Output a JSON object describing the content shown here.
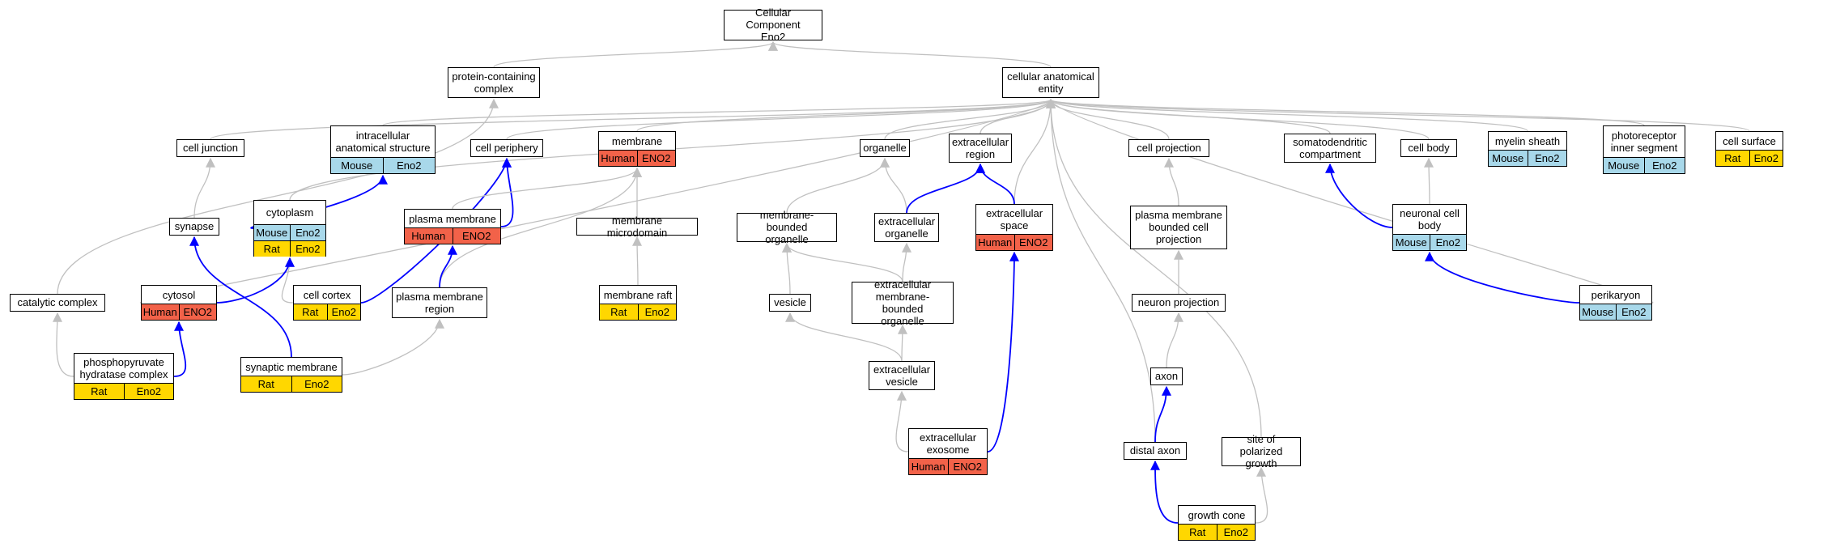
{
  "colors": {
    "human": "#f26249",
    "mouse": "#a8d8ea",
    "rat": "#ffd700",
    "edge_gray": "#c0c0c0",
    "edge_blue": "#0000ff"
  },
  "nodes": [
    {
      "id": "cc_root",
      "title": "Cellular Component\nEno2",
      "badges": []
    },
    {
      "id": "protein_complex",
      "title": "protein-containing\ncomplex",
      "badges": []
    },
    {
      "id": "cell_anat_entity",
      "title": "cellular anatomical\nentity",
      "badges": []
    },
    {
      "id": "cell_junction",
      "title": "cell junction",
      "badges": []
    },
    {
      "id": "intracellular_anat",
      "title": "intracellular\nanatomical structure",
      "badges": [
        {
          "org": "mouse",
          "label": "Mouse"
        },
        {
          "org": "mouse",
          "label": "Eno2"
        }
      ]
    },
    {
      "id": "cell_periphery",
      "title": "cell periphery",
      "badges": []
    },
    {
      "id": "membrane",
      "title": "membrane",
      "badges": [
        {
          "org": "human",
          "label": "Human"
        },
        {
          "org": "human",
          "label": "ENO2"
        }
      ]
    },
    {
      "id": "organelle",
      "title": "organelle",
      "badges": []
    },
    {
      "id": "extracellular_region",
      "title": "extracellular\nregion",
      "badges": []
    },
    {
      "id": "cell_projection",
      "title": "cell projection",
      "badges": []
    },
    {
      "id": "somatodendritic",
      "title": "somatodendritic\ncompartment",
      "badges": []
    },
    {
      "id": "cell_body",
      "title": "cell body",
      "badges": []
    },
    {
      "id": "myelin_sheath",
      "title": "myelin sheath",
      "badges": [
        {
          "org": "mouse",
          "label": "Mouse"
        },
        {
          "org": "mouse",
          "label": "Eno2"
        }
      ]
    },
    {
      "id": "photoreceptor",
      "title": "photoreceptor\ninner segment",
      "badges": [
        {
          "org": "mouse",
          "label": "Mouse"
        },
        {
          "org": "mouse",
          "label": "Eno2"
        }
      ]
    },
    {
      "id": "cell_surface",
      "title": "cell surface",
      "badges": [
        {
          "org": "rat",
          "label": "Rat"
        },
        {
          "org": "rat",
          "label": "Eno2"
        }
      ]
    },
    {
      "id": "synapse",
      "title": "synapse",
      "badges": []
    },
    {
      "id": "cytoplasm",
      "title": "cytoplasm",
      "badges": [
        {
          "org": "mouse",
          "label": "Mouse"
        },
        {
          "org": "mouse",
          "label": "Eno2"
        },
        {
          "org": "rat",
          "label": "Rat"
        },
        {
          "org": "rat",
          "label": "Eno2"
        }
      ]
    },
    {
      "id": "plasma_membrane",
      "title": "plasma membrane",
      "badges": [
        {
          "org": "human",
          "label": "Human"
        },
        {
          "org": "human",
          "label": "ENO2"
        }
      ]
    },
    {
      "id": "membrane_microdomain",
      "title": "membrane microdomain",
      "badges": []
    },
    {
      "id": "membrane_bounded_organelle",
      "title": "membrane-bounded\norganelle",
      "badges": []
    },
    {
      "id": "extracellular_organelle",
      "title": "extracellular\norganelle",
      "badges": []
    },
    {
      "id": "extracellular_space",
      "title": "extracellular\nspace",
      "badges": [
        {
          "org": "human",
          "label": "Human"
        },
        {
          "org": "human",
          "label": "ENO2"
        }
      ]
    },
    {
      "id": "pm_bounded_projection",
      "title": "plasma membrane\nbounded cell\nprojection",
      "badges": []
    },
    {
      "id": "neuronal_cell_body",
      "title": "neuronal cell\nbody",
      "badges": [
        {
          "org": "mouse",
          "label": "Mouse"
        },
        {
          "org": "mouse",
          "label": "Eno2"
        }
      ]
    },
    {
      "id": "catalytic_complex",
      "title": "catalytic complex",
      "badges": []
    },
    {
      "id": "cytosol",
      "title": "cytosol",
      "badges": [
        {
          "org": "human",
          "label": "Human"
        },
        {
          "org": "human",
          "label": "ENO2"
        }
      ]
    },
    {
      "id": "cell_cortex",
      "title": "cell cortex",
      "badges": [
        {
          "org": "rat",
          "label": "Rat"
        },
        {
          "org": "rat",
          "label": "Eno2"
        }
      ]
    },
    {
      "id": "pm_region",
      "title": "plasma membrane\nregion",
      "badges": []
    },
    {
      "id": "membrane_raft",
      "title": "membrane raft",
      "badges": [
        {
          "org": "rat",
          "label": "Rat"
        },
        {
          "org": "rat",
          "label": "Eno2"
        }
      ]
    },
    {
      "id": "vesicle",
      "title": "vesicle",
      "badges": []
    },
    {
      "id": "extra_mb_organelle",
      "title": "extracellular\nmembrane-bounded\norganelle",
      "badges": []
    },
    {
      "id": "neuron_projection",
      "title": "neuron projection",
      "badges": []
    },
    {
      "id": "perikaryon",
      "title": "perikaryon",
      "badges": [
        {
          "org": "mouse",
          "label": "Mouse"
        },
        {
          "org": "mouse",
          "label": "Eno2"
        }
      ]
    },
    {
      "id": "pyruvate_complex",
      "title": "phosphopyruvate\nhydratase complex",
      "badges": [
        {
          "org": "rat",
          "label": "Rat"
        },
        {
          "org": "rat",
          "label": "Eno2"
        }
      ]
    },
    {
      "id": "synaptic_membrane",
      "title": "synaptic membrane",
      "badges": [
        {
          "org": "rat",
          "label": "Rat"
        },
        {
          "org": "rat",
          "label": "Eno2"
        }
      ]
    },
    {
      "id": "axon",
      "title": "axon",
      "badges": []
    },
    {
      "id": "extracellular_vesicle",
      "title": "extracellular\nvesicle",
      "badges": []
    },
    {
      "id": "extracellular_exosome",
      "title": "extracellular\nexosome",
      "badges": [
        {
          "org": "human",
          "label": "Human"
        },
        {
          "org": "human",
          "label": "ENO2"
        }
      ]
    },
    {
      "id": "distal_axon",
      "title": "distal axon",
      "badges": []
    },
    {
      "id": "polarized_growth",
      "title": "site of polarized\ngrowth",
      "badges": []
    },
    {
      "id": "growth_cone",
      "title": "growth cone",
      "badges": [
        {
          "org": "rat",
          "label": "Rat"
        },
        {
          "org": "rat",
          "label": "Eno2"
        }
      ]
    }
  ],
  "edges": [
    {
      "from": "protein_complex",
      "to": "cc_root",
      "kind": "is_a"
    },
    {
      "from": "cell_anat_entity",
      "to": "cc_root",
      "kind": "is_a"
    },
    {
      "from": "catalytic_complex",
      "to": "protein_complex",
      "kind": "is_a"
    },
    {
      "from": "cell_junction",
      "to": "cell_anat_entity",
      "kind": "is_a"
    },
    {
      "from": "intracellular_anat",
      "to": "cell_anat_entity",
      "kind": "is_a"
    },
    {
      "from": "cell_periphery",
      "to": "cell_anat_entity",
      "kind": "is_a"
    },
    {
      "from": "membrane",
      "to": "cell_anat_entity",
      "kind": "is_a"
    },
    {
      "from": "organelle",
      "to": "cell_anat_entity",
      "kind": "is_a"
    },
    {
      "from": "extracellular_region",
      "to": "cell_anat_entity",
      "kind": "is_a"
    },
    {
      "from": "cell_projection",
      "to": "cell_anat_entity",
      "kind": "is_a"
    },
    {
      "from": "somatodendritic",
      "to": "cell_anat_entity",
      "kind": "is_a"
    },
    {
      "from": "cell_body",
      "to": "cell_anat_entity",
      "kind": "is_a"
    },
    {
      "from": "myelin_sheath",
      "to": "cell_anat_entity",
      "kind": "is_a"
    },
    {
      "from": "photoreceptor",
      "to": "cell_anat_entity",
      "kind": "is_a"
    },
    {
      "from": "cell_surface",
      "to": "cell_anat_entity",
      "kind": "is_a"
    },
    {
      "from": "cytoplasm",
      "to": "cell_anat_entity",
      "kind": "is_a"
    },
    {
      "from": "cytosol",
      "to": "cell_anat_entity",
      "kind": "is_a"
    },
    {
      "from": "extracellular_space",
      "to": "cell_anat_entity",
      "kind": "is_a"
    },
    {
      "from": "perikaryon",
      "to": "cell_anat_entity",
      "kind": "is_a"
    },
    {
      "from": "distal_axon",
      "to": "cell_anat_entity",
      "kind": "is_a"
    },
    {
      "from": "polarized_growth",
      "to": "cell_anat_entity",
      "kind": "is_a"
    },
    {
      "from": "synapse",
      "to": "cell_junction",
      "kind": "is_a"
    },
    {
      "from": "cytoplasm",
      "to": "intracellular_anat",
      "kind": "part_of"
    },
    {
      "from": "plasma_membrane",
      "to": "cell_periphery",
      "kind": "part_of"
    },
    {
      "from": "cell_cortex",
      "to": "cell_periphery",
      "kind": "part_of"
    },
    {
      "from": "plasma_membrane",
      "to": "membrane",
      "kind": "is_a"
    },
    {
      "from": "membrane_microdomain",
      "to": "membrane",
      "kind": "is_a"
    },
    {
      "from": "pm_region",
      "to": "membrane",
      "kind": "is_a"
    },
    {
      "from": "membrane_bounded_organelle",
      "to": "organelle",
      "kind": "is_a"
    },
    {
      "from": "extracellular_organelle",
      "to": "organelle",
      "kind": "is_a"
    },
    {
      "from": "extracellular_organelle",
      "to": "extracellular_region",
      "kind": "part_of"
    },
    {
      "from": "extracellular_space",
      "to": "extracellular_region",
      "kind": "part_of"
    },
    {
      "from": "pm_bounded_projection",
      "to": "cell_projection",
      "kind": "is_a"
    },
    {
      "from": "neuronal_cell_body",
      "to": "somatodendritic",
      "kind": "part_of"
    },
    {
      "from": "neuronal_cell_body",
      "to": "cell_body",
      "kind": "is_a"
    },
    {
      "from": "synaptic_membrane",
      "to": "synapse",
      "kind": "part_of"
    },
    {
      "from": "cell_cortex",
      "to": "cytoplasm",
      "kind": "is_a"
    },
    {
      "from": "cytosol",
      "to": "cytoplasm",
      "kind": "part_of"
    },
    {
      "from": "pm_region",
      "to": "plasma_membrane",
      "kind": "part_of"
    },
    {
      "from": "synaptic_membrane",
      "to": "pm_region",
      "kind": "is_a"
    },
    {
      "from": "membrane_raft",
      "to": "membrane_microdomain",
      "kind": "is_a"
    },
    {
      "from": "vesicle",
      "to": "membrane_bounded_organelle",
      "kind": "is_a"
    },
    {
      "from": "extra_mb_organelle",
      "to": "membrane_bounded_organelle",
      "kind": "is_a"
    },
    {
      "from": "extra_mb_organelle",
      "to": "extracellular_organelle",
      "kind": "is_a"
    },
    {
      "from": "extracellular_exosome",
      "to": "extracellular_space",
      "kind": "part_of"
    },
    {
      "from": "neuron_projection",
      "to": "pm_bounded_projection",
      "kind": "is_a"
    },
    {
      "from": "perikaryon",
      "to": "neuronal_cell_body",
      "kind": "part_of"
    },
    {
      "from": "pyruvate_complex",
      "to": "catalytic_complex",
      "kind": "is_a"
    },
    {
      "from": "pyruvate_complex",
      "to": "cytosol",
      "kind": "part_of"
    },
    {
      "from": "extracellular_vesicle",
      "to": "vesicle",
      "kind": "is_a"
    },
    {
      "from": "extracellular_vesicle",
      "to": "extra_mb_organelle",
      "kind": "is_a"
    },
    {
      "from": "extracellular_exosome",
      "to": "extracellular_vesicle",
      "kind": "is_a"
    },
    {
      "from": "axon",
      "to": "neuron_projection",
      "kind": "is_a"
    },
    {
      "from": "distal_axon",
      "to": "axon",
      "kind": "part_of"
    },
    {
      "from": "growth_cone",
      "to": "distal_axon",
      "kind": "part_of"
    },
    {
      "from": "growth_cone",
      "to": "polarized_growth",
      "kind": "is_a"
    }
  ]
}
